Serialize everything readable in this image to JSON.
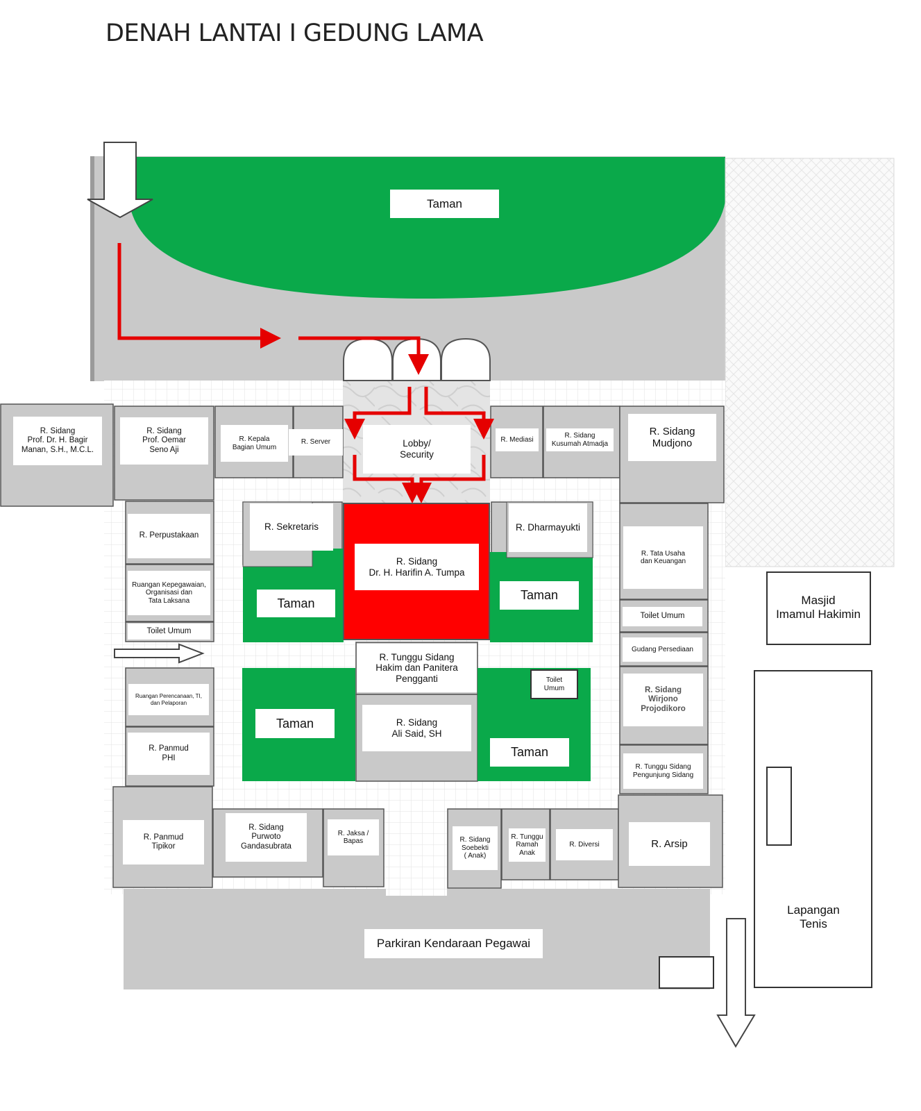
{
  "title": "DENAH LANTAI I GEDUNG LAMA",
  "colors": {
    "garden": "#0aa94a",
    "highlight": "#ff0000",
    "paving": "#c8c8c8",
    "arrow_route": "#e50000"
  },
  "gardens": {
    "top": "Taman",
    "mid_left": "Taman",
    "mid_right": "Taman",
    "low_left": "Taman",
    "low_right": "Taman"
  },
  "rooms": {
    "r_bagir_manan": "R. Sidang\nProf. Dr. H. Bagir\nManan, S.H., M.C.L.",
    "r_oemar_seno_aji": "R. Sidang\nProf. Oemar\nSeno Aji",
    "r_kepala_bagian_umum": "R. Kepala\nBagian Umum",
    "r_server": "R. Server",
    "lobby": "Lobby/\nSecurity",
    "r_mediasi": "R. Mediasi",
    "r_kusumah_atmadja": "R. Sidang\nKusumah Atmadja",
    "r_mudjono": "R. Sidang\nMudjono",
    "r_perpustakaan": "R. Perpustakaan",
    "r_kepegawaian": "Ruangan Kepegawaian,\nOrganisasi dan\nTata Laksana",
    "toilet_left": "Toilet Umum",
    "r_sekretaris": "R. Sekretaris",
    "r_harifin_tumpa": "R. Sidang\nDr. H. Harifin A. Tumpa",
    "r_dharmayukti": "R. Dharmayukti",
    "r_tata_usaha": "R. Tata Usaha\ndan Keuangan",
    "toilet_right": "Toilet Umum",
    "gudang_persediaan": "Gudang Persediaan",
    "r_tunggu_hakim": "R. Tunggu Sidang\nHakim dan Panitera\nPengganti",
    "toilet_center": "Toilet\nUmum",
    "r_perencanaan": "Ruangan Perencanaan, TI,\ndan Pelaporan",
    "r_wirjono": "R. Sidang\nWirjono\nProjodikoro",
    "r_panmud_phi": "R. Panmud\nPHI",
    "r_ali_said": "R. Sidang\nAli Said, SH",
    "r_tunggu_pengunjung": "R. Tunggu Sidang\nPengunjung Sidang",
    "r_panmud_tipikor": "R. Panmud\nTipikor",
    "r_purwoto": "R. Sidang\nPurwoto\nGandasubrata",
    "r_jaksa_bapas": "R. Jaksa /\nBapas",
    "r_soebekti": "R. Sidang\nSoebekti\n( Anak)",
    "r_tunggu_ramah_anak": "R. Tunggu\nRamah\nAnak",
    "r_diversi": "R. Diversi",
    "r_arsip": "R. Arsip"
  },
  "outside": {
    "masjid": "Masjid\nImamul Hakimin",
    "lapangan_tenis": "Lapangan\nTenis",
    "parkiran": "Parkiran Kendaraan Pegawai"
  }
}
